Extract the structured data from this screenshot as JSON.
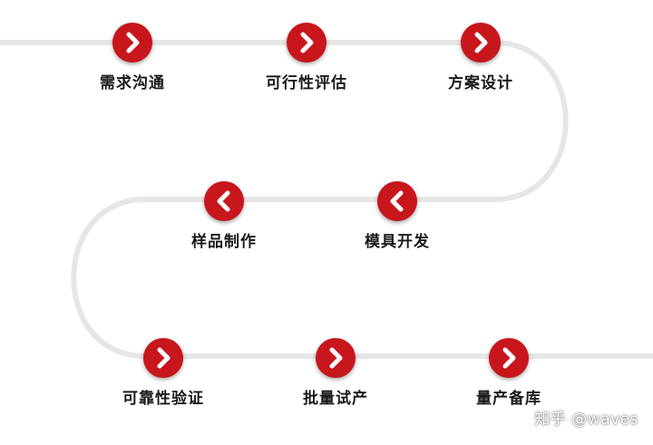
{
  "colors": {
    "accent": "#c8161d",
    "path": "#e6e6e6",
    "label": "#1a1a1a"
  },
  "steps": [
    {
      "label": "需求沟通",
      "icon": "chevron-right-icon"
    },
    {
      "label": "可行性评估",
      "icon": "chevron-right-icon"
    },
    {
      "label": "方案设计",
      "icon": "chevron-right-icon"
    },
    {
      "label": "模具开发",
      "icon": "chevron-left-icon"
    },
    {
      "label": "样品制作",
      "icon": "chevron-left-icon"
    },
    {
      "label": "可靠性验证",
      "icon": "chevron-right-icon"
    },
    {
      "label": "批量试产",
      "icon": "chevron-right-icon"
    },
    {
      "label": "量产备库",
      "icon": "chevron-right-icon"
    }
  ],
  "watermark": "知乎 @waves"
}
